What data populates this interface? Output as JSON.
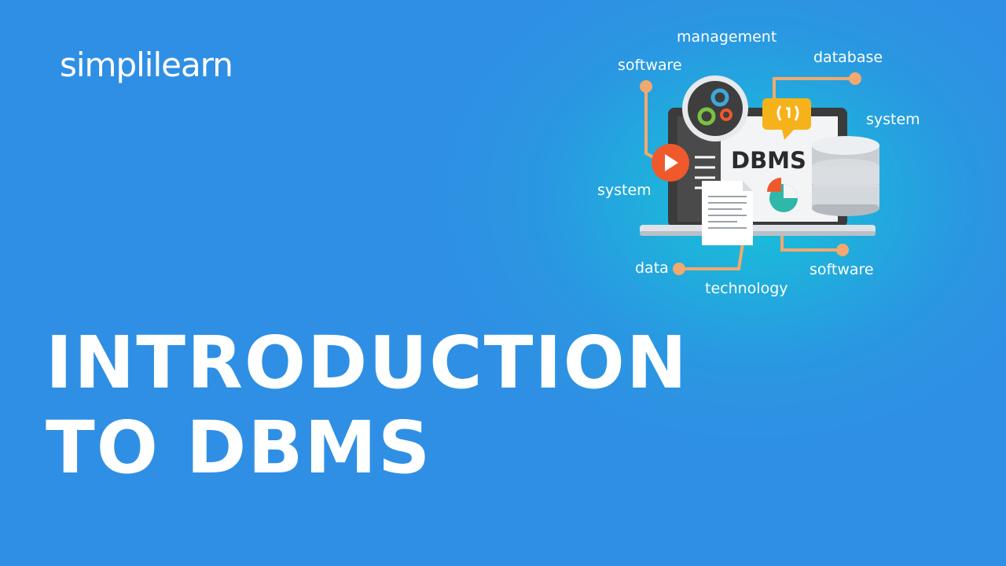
{
  "brand": {
    "logo_text": "simplilearn"
  },
  "headline": {
    "line1": "INTRODUCTION",
    "line2": "TO DBMS"
  },
  "illustration": {
    "screen_text": "DBMS",
    "labels": {
      "management": "management",
      "software_top": "software",
      "database": "database",
      "system_right": "system",
      "system_left": "system",
      "data": "data",
      "technology": "technology",
      "software_bottom": "software"
    },
    "icons": [
      "gears-icon",
      "chat-bubble-icon",
      "play-icon",
      "document-icon",
      "pie-chart-icon",
      "database-cylinder-icon",
      "laptop-icon"
    ]
  },
  "colors": {
    "background": "#2f8fe4",
    "glow": "#15c6d6",
    "connector": "#f2a96e",
    "play": "#f0592b",
    "bubble": "#f6b21a",
    "text": "#ffffff"
  }
}
